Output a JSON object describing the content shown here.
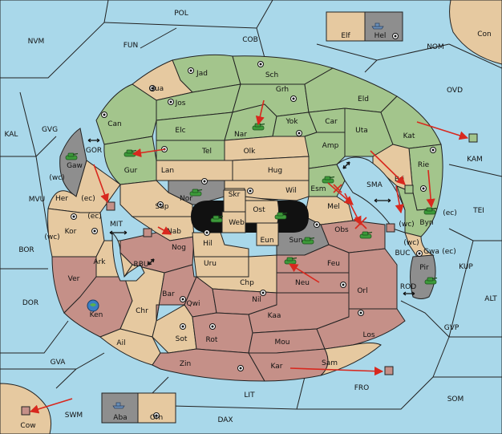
{
  "colors": {
    "sea": "#a9d8ea",
    "green": "#a3c58c",
    "tan": "#e6c9a0",
    "rose": "#c59088",
    "grey": "#8e8e8e",
    "order_arrow": "#d8281e"
  },
  "sea_labels": {
    "pol": "POL",
    "nvm": "NVM",
    "fun": "FUN",
    "cob": "COB",
    "nom": "NOM",
    "ovd": "OVD",
    "kal": "KAL",
    "gvg": "GVG",
    "gor": "GOR",
    "mvu": "MVU",
    "mit": "MIT",
    "bor": "BOR",
    "rbu": "RBU",
    "dor": "DOR",
    "gva": "GVA",
    "swm": "SWM",
    "lit": "LIT",
    "dax": "DAX",
    "fro": "FRO",
    "som": "SOM",
    "gvp": "GVP",
    "alt": "ALT",
    "kup": "KUP",
    "rod": "ROD",
    "buc": "BUC",
    "tei": "TEI",
    "kam": "KAM",
    "sma": "SMA"
  },
  "land_labels": {
    "con": "Con",
    "elf": "Elf",
    "hel": "Hel",
    "jad": "Jad",
    "sch": "Sch",
    "qua": "Qua",
    "jos": "Jos",
    "grh": "Grh",
    "can": "Can",
    "eld": "Eld",
    "car": "Car",
    "yok": "Yok",
    "nar": "Nar",
    "elc": "Elc",
    "uta": "Uta",
    "kat": "Kat",
    "amp": "Amp",
    "tel": "Tel",
    "olk": "Olk",
    "gaw": "Gaw",
    "gur": "Gur",
    "lan": "Lan",
    "hug": "Hug",
    "rie": "Rie",
    "bri": "Bri",
    "wil": "Wil",
    "esm": "Esm",
    "nor": "Nor",
    "skr": "Skr",
    "ost": "Ost",
    "her": "Her",
    "sap": "Sap",
    "web": "Web",
    "mel": "Mel",
    "byn": "Byn",
    "kor": "Kor",
    "nab": "Nab",
    "hil": "Hil",
    "eun": "Eun",
    "sun": "Sun",
    "obs": "Obs",
    "gwa": "Gwa",
    "nog": "Nog",
    "ark": "Ark",
    "uru": "Uru",
    "feu": "Feu",
    "pir": "Pir",
    "ver": "Ver",
    "chp": "Chp",
    "neu": "Neu",
    "orl": "Orl",
    "bar": "Bar",
    "qwi": "Qwi",
    "nil": "Nil",
    "ken": "Ken",
    "chr": "Chr",
    "kaa": "Kaa",
    "ail": "Ail",
    "sot": "Sot",
    "rot": "Rot",
    "mou": "Mou",
    "los": "Los",
    "zin": "Zin",
    "kar": "Kar",
    "sam": "Sam",
    "aba": "Aba",
    "orn": "Orn",
    "cow": "Cow"
  },
  "coast_labels": [
    "(wc)",
    "(ec)",
    "(ec)",
    "(wc)",
    "(wc)",
    "(wc)",
    "(ec)",
    "(ec)"
  ],
  "units": [
    "army",
    "fleet"
  ]
}
